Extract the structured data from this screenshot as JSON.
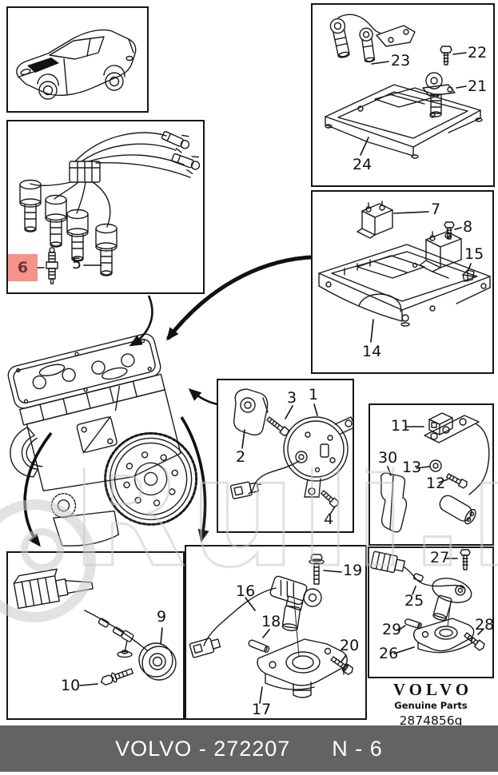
{
  "watermark": {
    "text": "Ruli.ru"
  },
  "colors": {
    "highlight": "#f2786c",
    "footer_bg": "#636363",
    "footer_text": "#ffffff",
    "line_art": "#1a1a1a",
    "watermark": "#cbcbcb"
  },
  "footer": {
    "part_number": "VOLVO - 272207",
    "page_ref": "N - 6"
  },
  "branding": {
    "logo": "VOLVO",
    "subtitle": "Genuine Parts",
    "code": "2874856g"
  },
  "panels": {
    "ignition_cables": {
      "c5": "5",
      "c6": "6"
    },
    "coil_bracket_top": {
      "c21": "21",
      "c22": "22",
      "c23": "23",
      "c24": "24"
    },
    "coil_tray": {
      "c7": "7",
      "c8": "8",
      "c14": "14",
      "c15": "15"
    },
    "camshaft_sensor": {
      "c1": "1",
      "c2": "2",
      "c3": "3",
      "c4": "4"
    },
    "impulse_sensor_bracket": {
      "c11": "11",
      "c12": "12",
      "c13": "13",
      "c30": "30"
    },
    "knock_sensor": {
      "c9": "9",
      "c10": "10"
    },
    "crankshaft_sensor_front": {
      "c16": "16",
      "c17": "17",
      "c18": "18",
      "c19": "19",
      "c20": "20"
    },
    "crankshaft_sensor_rear": {
      "c25": "25",
      "c26": "26",
      "c27": "27",
      "c28": "28",
      "c29": "29"
    }
  }
}
